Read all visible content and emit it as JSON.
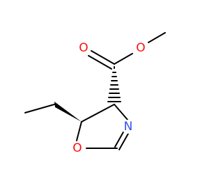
{
  "molecule": {
    "atoms": {
      "carbonyl_oxygen": {
        "symbol": "O",
        "color": "#ff0d0d"
      },
      "ester_oxygen": {
        "symbol": "O",
        "color": "#ff0d0d"
      },
      "ring_nitrogen": {
        "symbol": "N",
        "color": "#3050f8"
      },
      "ring_oxygen": {
        "symbol": "O",
        "color": "#ff0d0d"
      }
    },
    "bond_color": "#000000"
  }
}
